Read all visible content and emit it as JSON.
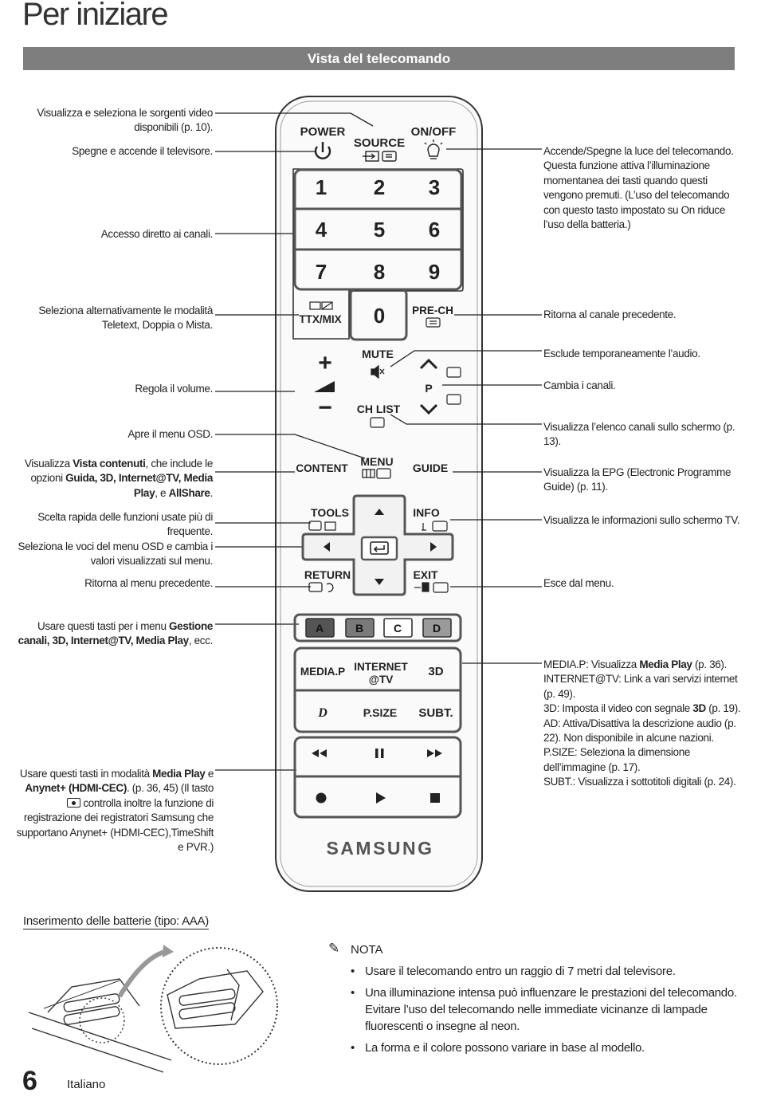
{
  "header": {
    "title": "Per iniziare",
    "section": "Vista del telecomando"
  },
  "left_labels": [
    "Visualizza e seleziona le sorgenti video disponibili (p. 10).",
    "Spegne e accende il televisore.",
    "Accesso diretto ai canali.",
    "Seleziona alternativamente le modalità Teletext, Doppia o Mista.",
    "Regola il volume.",
    "Apre il menu OSD.",
    "Scelta rapida delle funzioni usate più di frequente.",
    "Seleziona le voci del menu OSD e cambia i valori visualizzati sul menu.",
    "Ritorna al menu precedente."
  ],
  "left_content": {
    "pre": "Visualizza ",
    "b1": "Vista contenuti",
    "mid1": ", che include le opzioni ",
    "b2": "Guida, 3D, Internet@TV,",
    "b3": "Media Play",
    "mid2": ", e ",
    "b4": "AllShare",
    "end": "."
  },
  "left_colors": {
    "pre": "Usare questi tasti per i menu ",
    "b1": "Gestione canali, 3D, Internet@TV,",
    "b2": "Media Play",
    "end": ", ecc."
  },
  "left_media": {
    "pre": "Usare questi tasti in modalità ",
    "b1": "Media Play",
    "mid1": " e ",
    "b2": "Anynet+ (HDMI-CEC)",
    "mid2": ". (p. 36, 45) (Il tasto",
    "mid3": "controlla inoltre la funzione di registrazione dei registratori Samsung che supportano Anynet+ (HDMI-CEC),TimeShift e PVR.)"
  },
  "right_labels": [
    "Accende/Spegne la luce del telecomando. Questa funzione attiva l’illuminazione momentanea dei tasti quando questi vengono premuti. (L’uso del telecomando con questo tasto impostato su On riduce l’uso della batteria.)",
    "Ritorna al canale precedente.",
    "Esclude temporaneamente l’audio.",
    "Cambia i canali.",
    "Visualizza l’elenco canali sullo schermo (p. 13).",
    "Visualizza la EPG (Electronic Programme Guide) (p. 11).",
    "Visualizza le informazioni sullo schermo TV.",
    "Esce dal menu."
  ],
  "right_media": {
    "l1a": "MEDIA.P",
    "l1b": ": Visualizza ",
    "l1c": "Media Play",
    "l1d": " (p. 36).",
    "l2a": "INTERNET@TV",
    "l2b": ": Link a vari servizi internet (p. 49).",
    "l3a": "3D",
    "l3b": ": Imposta il video con segnale ",
    "l3c": "3D",
    "l3d": " (p. 19).",
    "l4a": "AD",
    "l4b": ": Attiva/Disattiva la descrizione audio (p. 22). Non disponibile in alcune nazioni.",
    "l5a": "P.SIZE",
    "l5b": ": Seleziona la dimensione dell’immagine (p. 17).",
    "l6a": "SUBT.",
    "l6b": ": Visualizza i sottotitoli digitali (p. 24)."
  },
  "remote": {
    "power": "POWER",
    "source": "SOURCE",
    "onoff": "ON/OFF",
    "digits": [
      "1",
      "2",
      "3",
      "4",
      "5",
      "6",
      "7",
      "8",
      "9",
      "0"
    ],
    "ttxmix": "TTX/MIX",
    "prech": "PRE-CH",
    "mute": "MUTE",
    "plus": "+",
    "minus": "−",
    "p": "P",
    "chlist": "CH LIST",
    "content": "CONTENT",
    "menu": "MENU",
    "guide": "GUIDE",
    "tools": "TOOLS",
    "info": "INFO",
    "return": "RETURN",
    "exit": "EXIT",
    "colors": [
      "A",
      "B",
      "C",
      "D"
    ],
    "mediap": "MEDIA.P",
    "internet1": "INTERNET",
    "internet2": "@TV",
    "threed": "3D",
    "ad": "D",
    "psize": "P.SIZE",
    "subt": "SUBT.",
    "brand": "SAMSUNG"
  },
  "battery": {
    "title": "Inserimento delle batterie (tipo: AAA)"
  },
  "nota": {
    "title": "NOTA",
    "items": [
      "Usare il telecomando entro un raggio di 7 metri dal televisore.",
      "Una illuminazione intensa può influenzare le prestazioni del telecomando. Evitare l’uso del telecomando nelle immediate vicinanze di lampade fluorescenti o insegne al neon.",
      "La forma e il colore possono variare in base al modello."
    ]
  },
  "footer": {
    "page_number": "6",
    "language": "Italiano"
  },
  "colors": {
    "section_bar": "#7e7e7e",
    "color_a": "#555555",
    "color_b": "#7a7a7a",
    "color_c": "#ffffff",
    "color_d": "#9a9a9a"
  }
}
